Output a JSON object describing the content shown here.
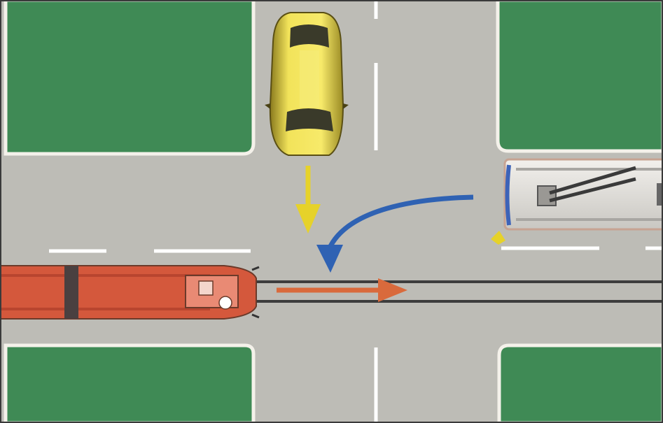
{
  "scene": {
    "colors": {
      "road": "#bdbcb6",
      "grass": "#3f8a55",
      "curb": "#f4f1ea",
      "lane_marking": "#ffffff",
      "tram_body": "#d4583c",
      "tram_stripe": "#b8452f",
      "rail": "#3d3d3d",
      "car_body": "#e8d84a",
      "car_glass": "#3a3a2a",
      "bus_body": "#dcdad6",
      "bus_trim": "#3d63b8",
      "arrow_yellow": "#e6d22a",
      "arrow_blue": "#2f62b3",
      "arrow_red": "#d96a3c"
    },
    "elements": {
      "car_icon": "car-top-view",
      "tram_icon": "tram-top-view",
      "trolleybus_icon": "trolleybus-top-view"
    }
  }
}
